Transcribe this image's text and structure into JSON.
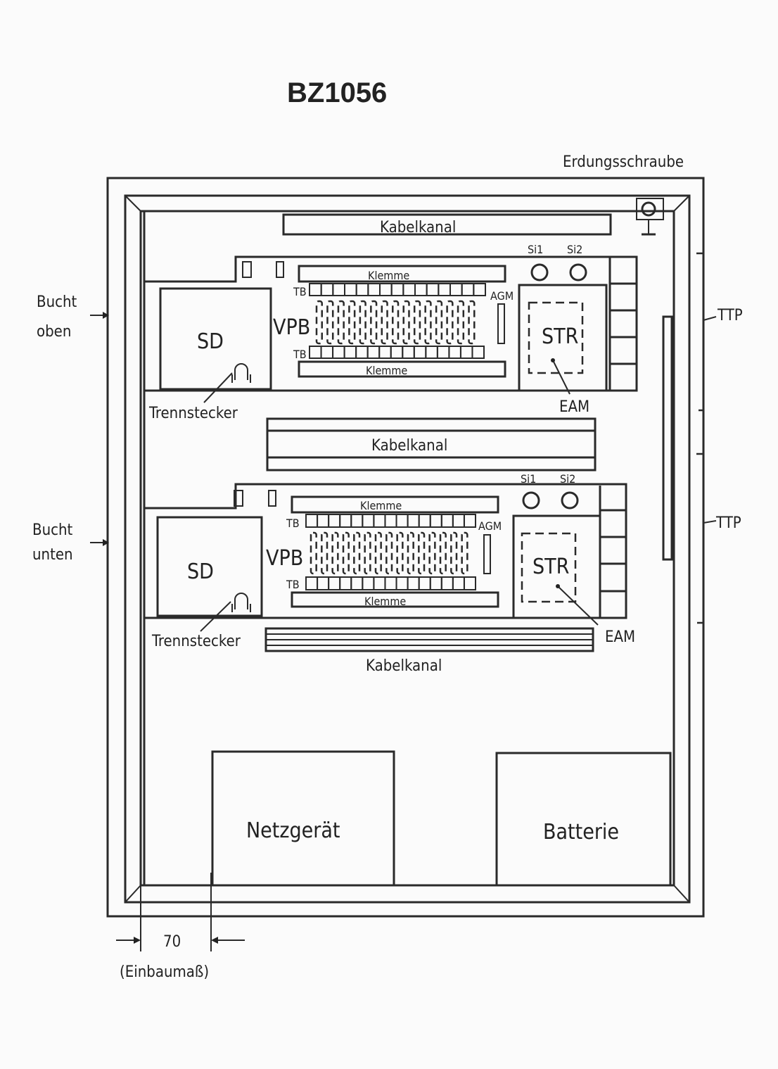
{
  "title": "BZ1056",
  "labels": {
    "erdungsschraube": "Erdungsschraube",
    "kabelkanal_top": "Kabelkanal",
    "kabelkanal_middle": "Kabelkanal",
    "kabelkanal_bottom": "Kabelkanal",
    "bucht_oben": [
      "Bucht",
      "oben"
    ],
    "bucht_unten": [
      "Bucht",
      "unten"
    ],
    "ttp_upper": "TTP",
    "ttp_lower": "TTP",
    "netzgeraet": "Netzgerät",
    "batterie": "Batterie",
    "dimension_value": "70",
    "dimension_note": "(Einbaumaß)"
  },
  "bays": [
    {
      "si1": "Si1",
      "si2": "Si2",
      "klemme_top": "Klemme",
      "klemme_bottom": "Klemme",
      "tb_top": "TB",
      "tb_bottom": "TB",
      "vpb": "VPB",
      "agm": "AGM",
      "sd": "SD",
      "str": "STR",
      "eam": "EAM",
      "trennstecker": "Trennstecker"
    },
    {
      "si1": "Si1",
      "si2": "Si2",
      "klemme_top": "Klemme",
      "klemme_bottom": "Klemme",
      "tb_top": "TB",
      "tb_bottom": "TB",
      "vpb": "VPB",
      "agm": "AGM",
      "sd": "SD",
      "str": "STR",
      "eam": "EAM",
      "trennstecker": "Trennstecker"
    }
  ]
}
